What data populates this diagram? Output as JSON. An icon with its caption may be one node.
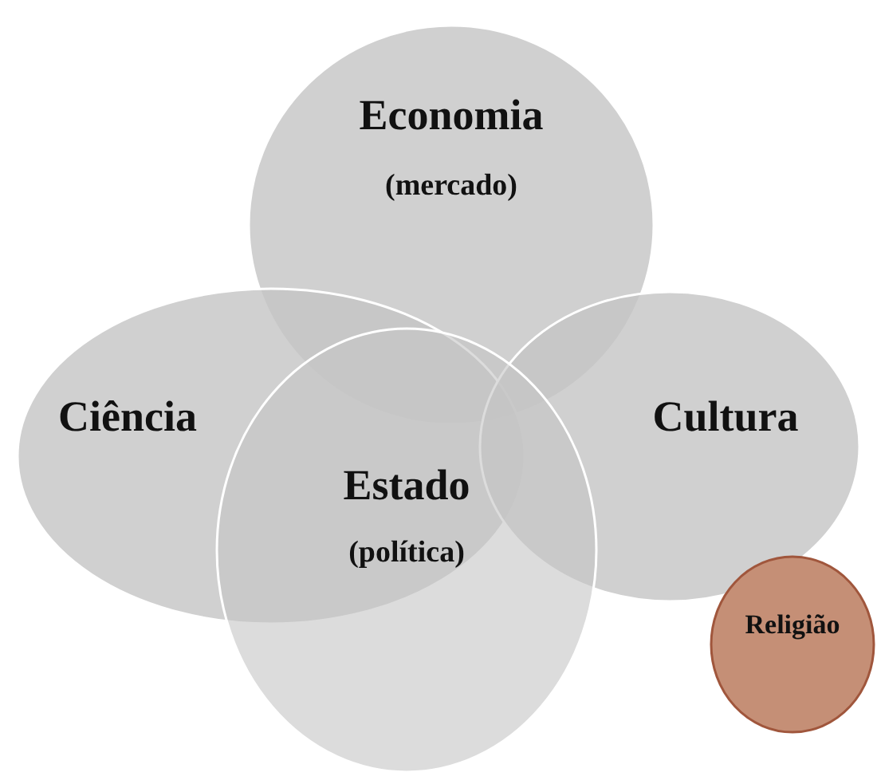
{
  "diagram": {
    "nodes": [
      {
        "text": [
          "Economia",
          "(mercado)"
        ]
      },
      {
        "text": [
          "Ciência"
        ]
      },
      {
        "text": [
          "Cultura"
        ]
      },
      {
        "text": [
          "Estado",
          "(política)"
        ]
      },
      {
        "text": [
          "Religião"
        ]
      }
    ],
    "edges": []
  }
}
